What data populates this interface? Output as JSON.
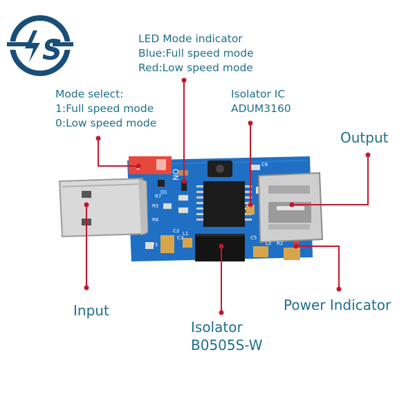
{
  "logo": {
    "text": "IS",
    "color": "#1a4e7a"
  },
  "labels": {
    "led_mode": [
      "LED Mode indicator",
      "Blue:Full speed mode",
      "Red:Low speed mode"
    ],
    "mode_select": [
      "Mode select:",
      "1:Full speed mode",
      "0:Low speed mode"
    ],
    "isolator_ic": [
      "Isolator IC",
      "ADUM3160"
    ],
    "output": "Output",
    "input": "Input",
    "isolator": [
      "Isolator",
      "B0505S-W"
    ],
    "power_indicator": "Power Indicator"
  },
  "board_text": {
    "switch_on": "ON",
    "switch_1": "1",
    "silk": [
      "R7",
      "Q1",
      "R5",
      "R6",
      "F1",
      "C2",
      "L1",
      "C3",
      "C5",
      "C6",
      "L2",
      "R2"
    ]
  },
  "colors": {
    "label_text": "#1f6f8b",
    "leader_line": "#c3162c",
    "pcb": "#1f6fc4",
    "switch": "#e8473c"
  }
}
